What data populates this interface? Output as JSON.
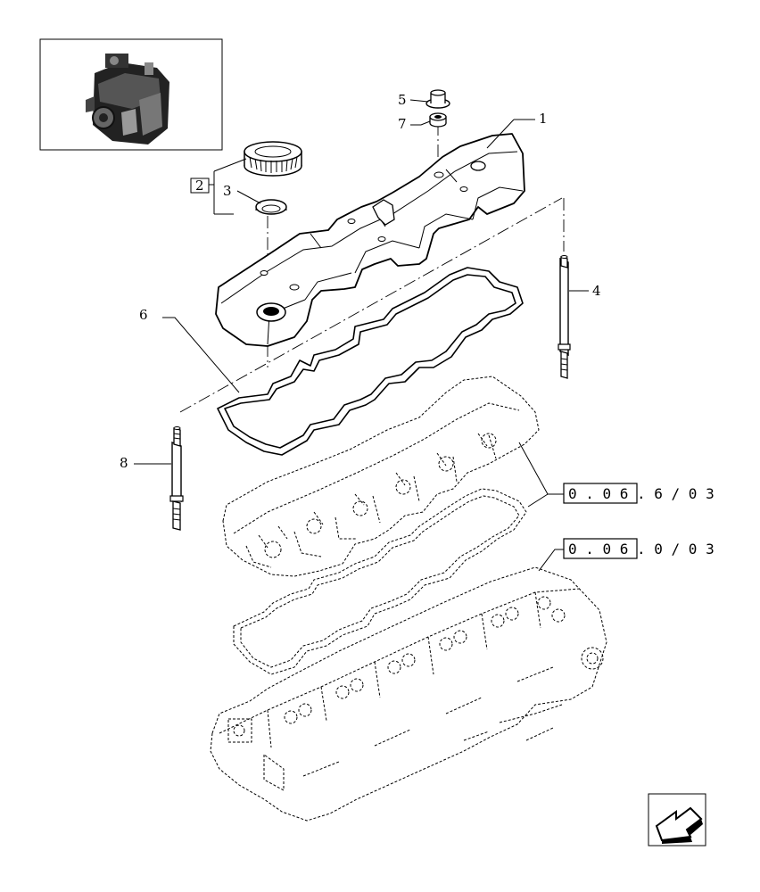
{
  "callouts": {
    "c1": "1",
    "c2": "2",
    "c3": "3",
    "c4": "4",
    "c5": "5",
    "c6": "6",
    "c7": "7",
    "c8": "8"
  },
  "references": {
    "ref1_boxed": "0 . 0 6",
    "ref1_rest": ". 6 / 0 3",
    "ref2_boxed": "0 . 0 6",
    "ref2_rest": ". 0 / 0 3"
  },
  "icons": {
    "thumbnail": "engine-thumbnail-icon",
    "navigation": "next-page-arrow-icon"
  }
}
